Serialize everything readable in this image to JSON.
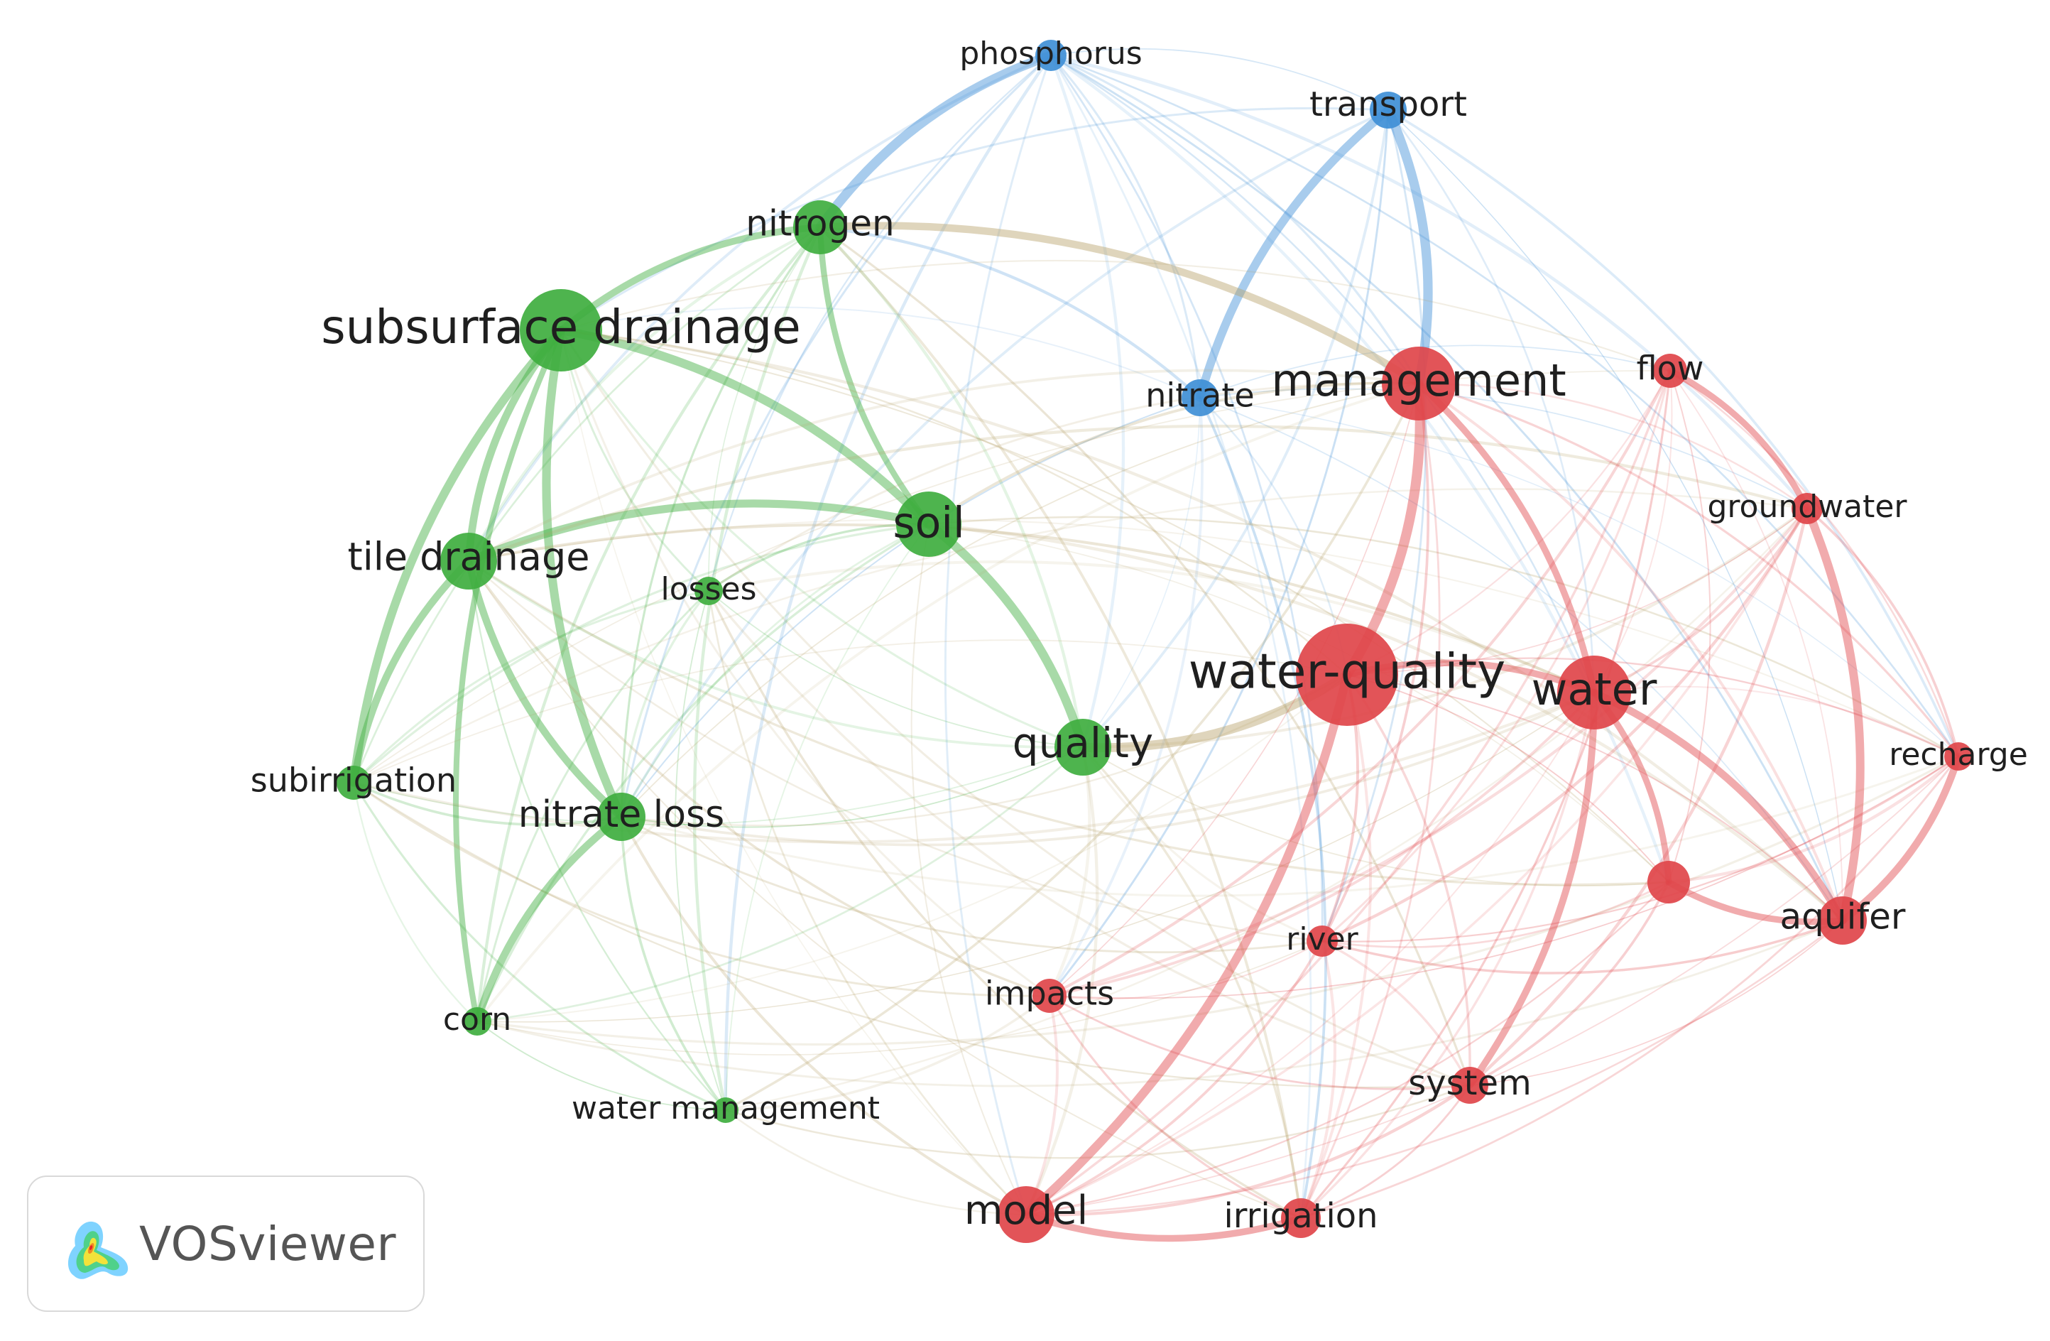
{
  "brand": {
    "name": "VOSviewer"
  },
  "colors": {
    "green": "#3fae3f",
    "red": "#e0454a",
    "blue": "#3f8fd6"
  },
  "clusters": {
    "green": "#3fae3f",
    "red": "#e0454a",
    "blue": "#3f8fd6"
  },
  "nodes": [
    {
      "id": "phosphorus",
      "label": "phosphorus",
      "cluster": "blue"
    },
    {
      "id": "transport",
      "label": "transport",
      "cluster": "blue"
    },
    {
      "id": "nitrate",
      "label": "nitrate",
      "cluster": "blue"
    },
    {
      "id": "nitrogen",
      "label": "nitrogen",
      "cluster": "green"
    },
    {
      "id": "subsurface_drainage",
      "label": "subsurface drainage",
      "cluster": "green"
    },
    {
      "id": "tile_drainage",
      "label": "tile drainage",
      "cluster": "green"
    },
    {
      "id": "soil",
      "label": "soil",
      "cluster": "green"
    },
    {
      "id": "losses",
      "label": "losses",
      "cluster": "green"
    },
    {
      "id": "subirrigation",
      "label": "subirrigation",
      "cluster": "green"
    },
    {
      "id": "nitrate_loss",
      "label": "nitrate loss",
      "cluster": "green"
    },
    {
      "id": "quality",
      "label": "quality",
      "cluster": "green"
    },
    {
      "id": "corn",
      "label": "corn",
      "cluster": "green"
    },
    {
      "id": "water_management",
      "label": "water management",
      "cluster": "green"
    },
    {
      "id": "management",
      "label": "management",
      "cluster": "red"
    },
    {
      "id": "flow",
      "label": "flow",
      "cluster": "red"
    },
    {
      "id": "groundwater",
      "label": "groundwater",
      "cluster": "red"
    },
    {
      "id": "water_quality",
      "label": "water-quality",
      "cluster": "red"
    },
    {
      "id": "water",
      "label": "water",
      "cluster": "red"
    },
    {
      "id": "recharge",
      "label": "recharge",
      "cluster": "red"
    },
    {
      "id": "unlabeled",
      "label": "",
      "cluster": "red"
    },
    {
      "id": "aquifer",
      "label": "aquifer",
      "cluster": "red"
    },
    {
      "id": "river",
      "label": "river",
      "cluster": "red"
    },
    {
      "id": "impacts",
      "label": "impacts",
      "cluster": "red"
    },
    {
      "id": "system",
      "label": "system",
      "cluster": "red"
    },
    {
      "id": "model",
      "label": "model",
      "cluster": "red"
    },
    {
      "id": "irrigation",
      "label": "irrigation",
      "cluster": "red"
    }
  ]
}
